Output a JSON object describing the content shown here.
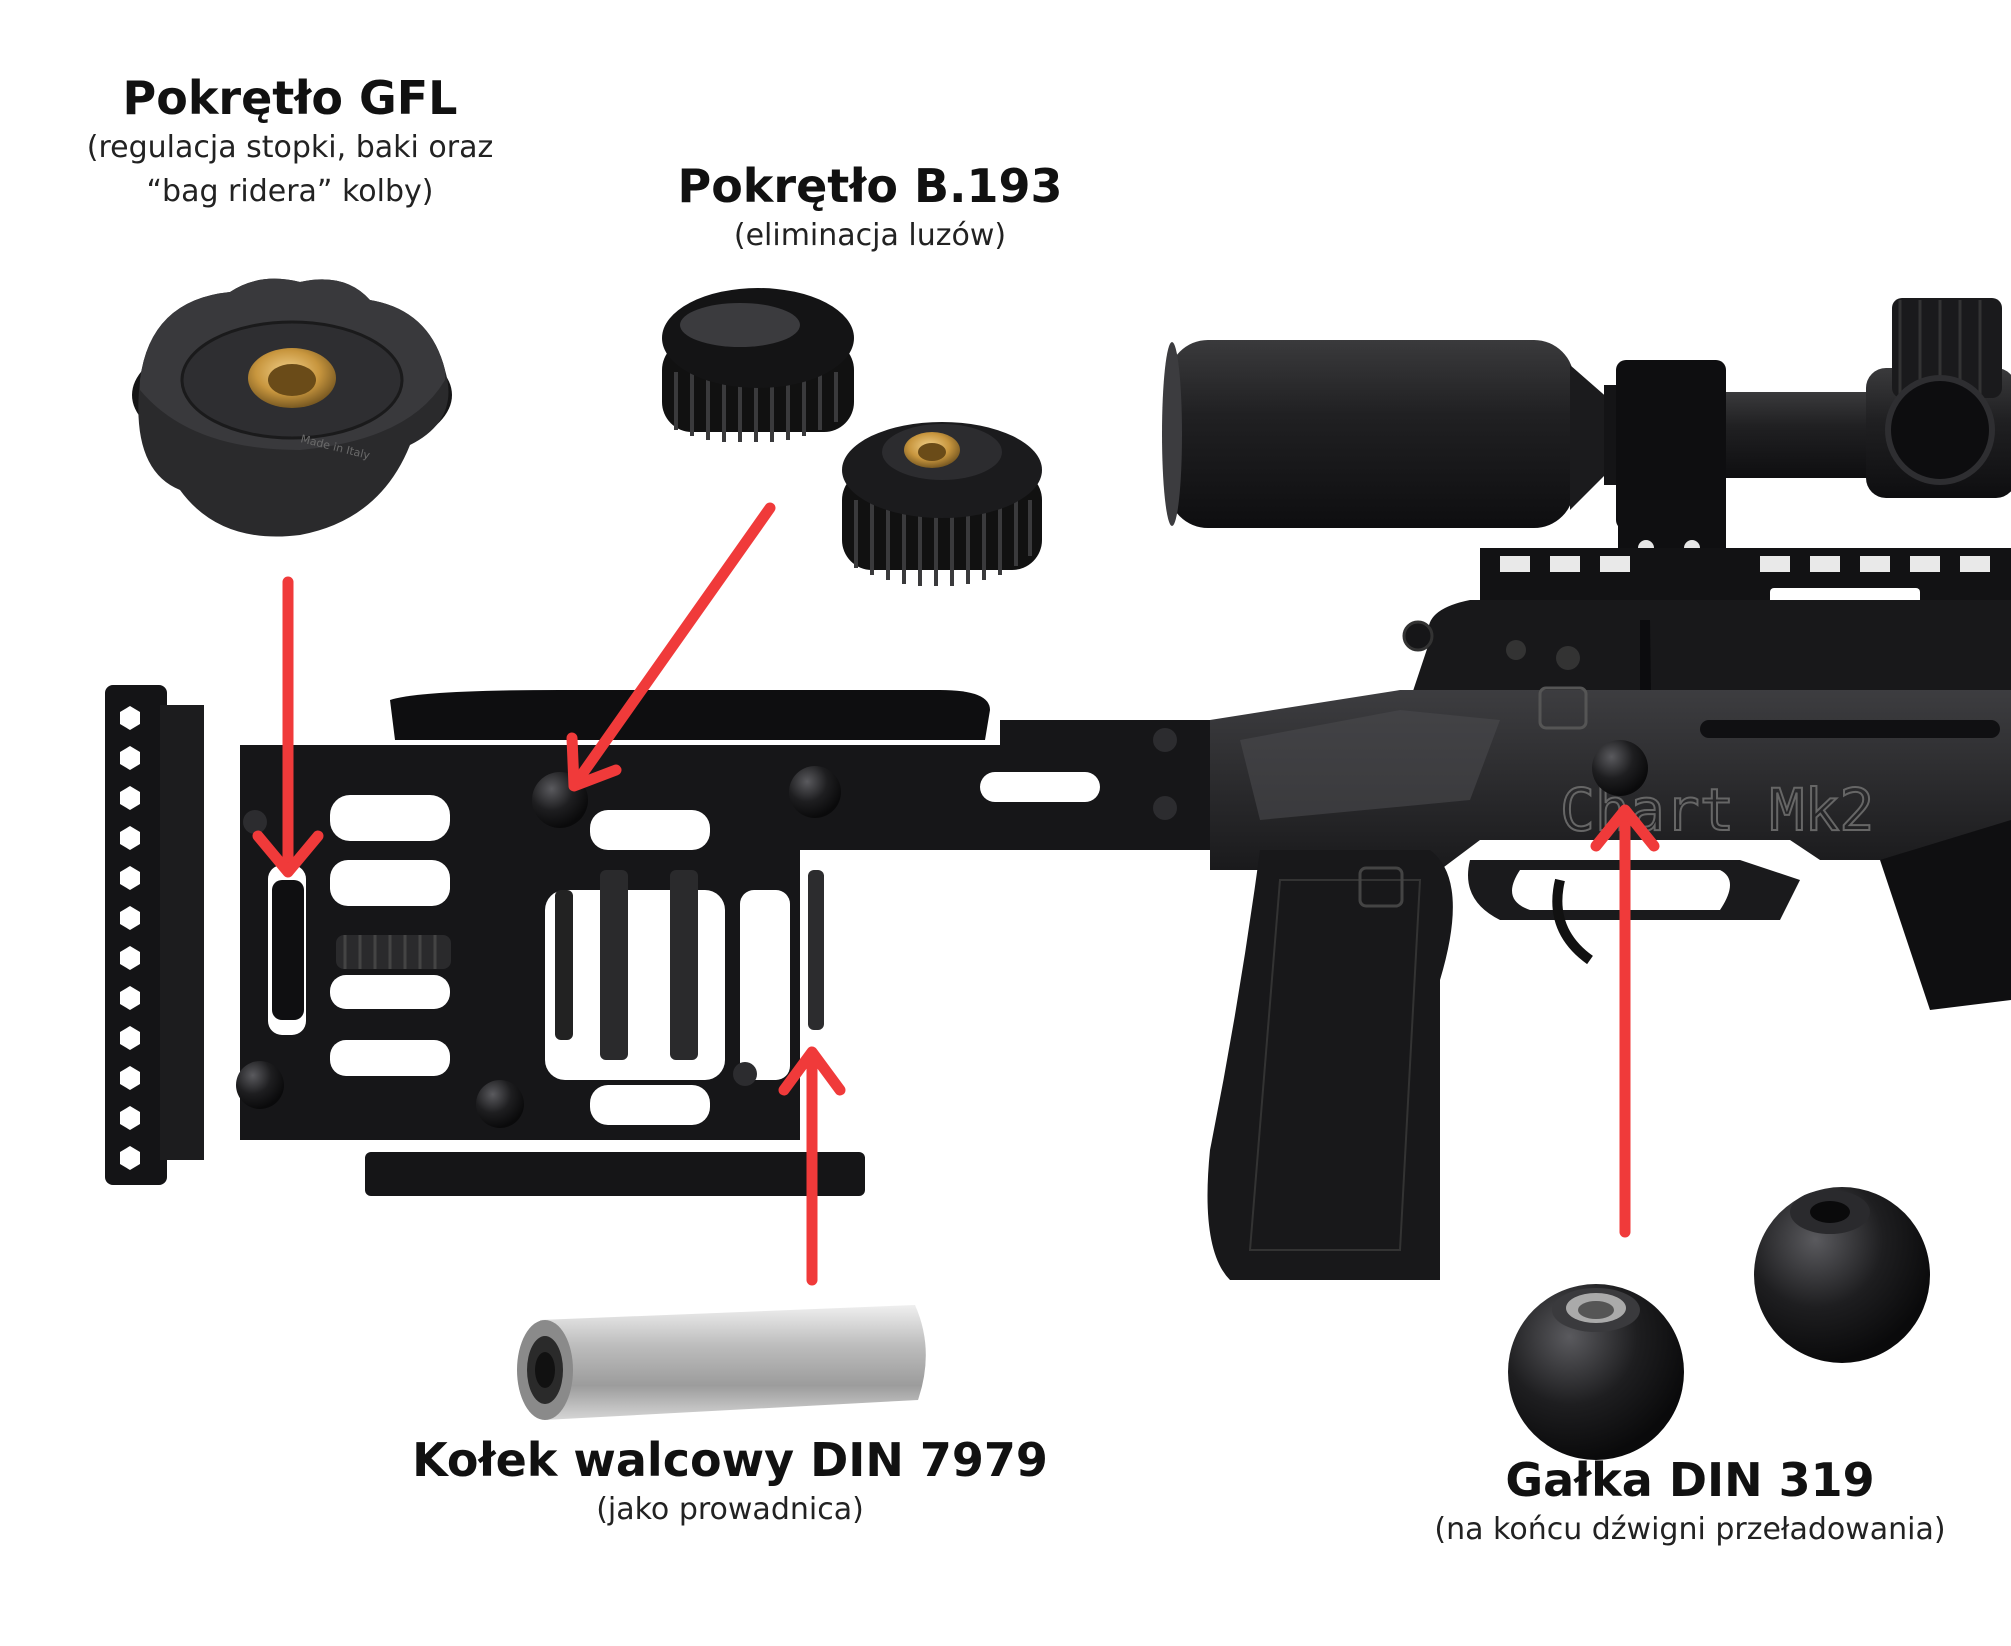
{
  "labels": {
    "gfl": {
      "title": "Pokrętło GFL",
      "subtitle_line1": "(regulacja stopki, baki oraz",
      "subtitle_line2": "“bag ridera” kolby)"
    },
    "b193": {
      "title": "Pokrętło B.193",
      "subtitle": "(eliminacja luzów)"
    },
    "pin": {
      "title": "Kołek walcowy DIN 7979",
      "subtitle": "(jako prowadnica)"
    },
    "knob": {
      "title": "Gałka DIN 319",
      "subtitle": "(na końcu dźwigni przeładowania)"
    }
  },
  "images": {
    "knob_text": "Made in Italy",
    "stock_logo": "Chart Mk2"
  },
  "colors": {
    "arrow": "#f03a3a",
    "metal_dark": "#1d1d1f",
    "metal_mid": "#2c2c2e",
    "brass": "#c8963e",
    "steel": "#b8b8b8",
    "background": "#ffffff"
  }
}
